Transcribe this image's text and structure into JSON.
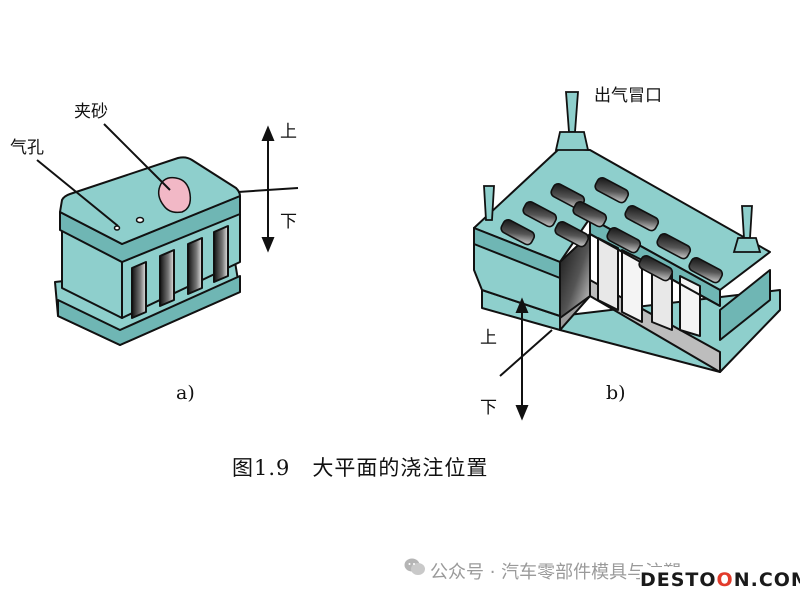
{
  "figure": {
    "caption": "图1.9　大平面的浇注位置",
    "sub_a": "a)",
    "sub_b": "b)"
  },
  "panel_a": {
    "label_gas_hole": "气孔",
    "label_sand_inclusion": "夹砂",
    "dir_up": "上",
    "dir_down": "下"
  },
  "panel_b": {
    "label_vent_riser": "出气冒口",
    "dir_up": "上",
    "dir_down": "下"
  },
  "watermark": {
    "text": "公众号 · 汽车零部件模具与注塑",
    "logo_main": "DESTO",
    "logo_o": "O",
    "logo_end": "N.COM"
  },
  "colors": {
    "casting_face": "#8ecfcc",
    "casting_side": "#6fb6b4",
    "sand_defect": "#f2b8c6"
  }
}
